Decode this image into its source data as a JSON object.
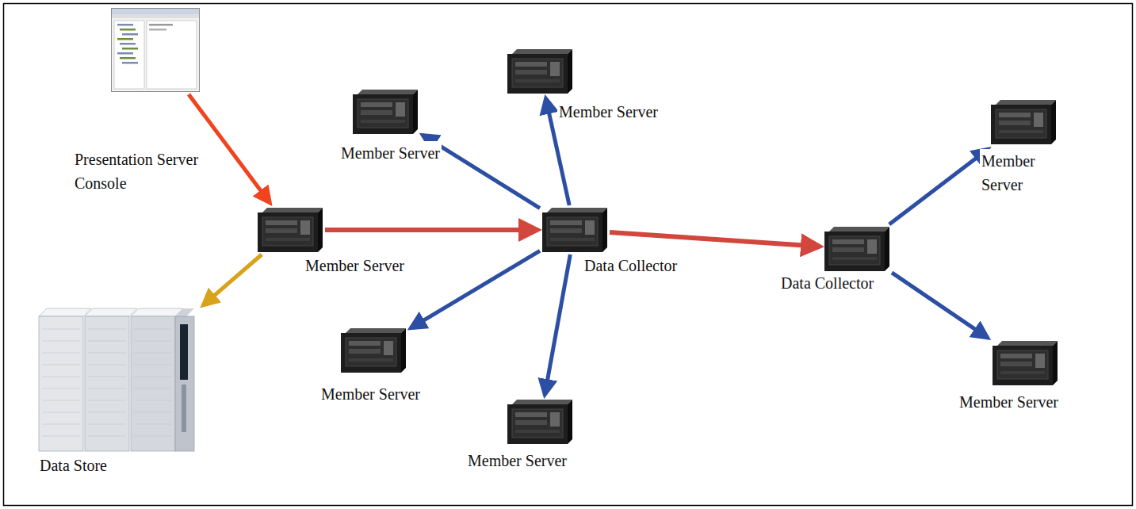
{
  "diagram": {
    "nodes": [
      {
        "text": [
          "Presentation Server Console"
        ]
      },
      {
        "text": [
          "Member Server"
        ]
      },
      {
        "text": [
          "Member Server"
        ]
      },
      {
        "text": [
          "Member Server"
        ]
      },
      {
        "text": [
          "Member Server"
        ]
      },
      {
        "text": [
          "Data Collector"
        ]
      },
      {
        "text": [
          "Data Collector"
        ]
      },
      {
        "text": [
          "Member Server"
        ]
      },
      {
        "text": [
          "Data Store"
        ]
      },
      {
        "text": [
          "Member Server"
        ]
      },
      {
        "text": [
          "Member Server"
        ]
      }
    ],
    "edges": [
      {
        "from": 0,
        "to": 4,
        "arrow": "to"
      },
      {
        "from": 4,
        "to": 8,
        "arrow": "to"
      },
      {
        "from": 4,
        "to": 5,
        "arrow": "to"
      },
      {
        "from": 5,
        "to": 6,
        "arrow": "to"
      },
      {
        "from": 5,
        "to": 2,
        "arrow": "to"
      },
      {
        "from": 5,
        "to": 1,
        "arrow": "to"
      },
      {
        "from": 5,
        "to": 7,
        "arrow": "to"
      },
      {
        "from": 5,
        "to": 9,
        "arrow": "to"
      },
      {
        "from": 6,
        "to": 3,
        "arrow": "to"
      },
      {
        "from": 6,
        "to": 10,
        "arrow": "to"
      }
    ]
  }
}
